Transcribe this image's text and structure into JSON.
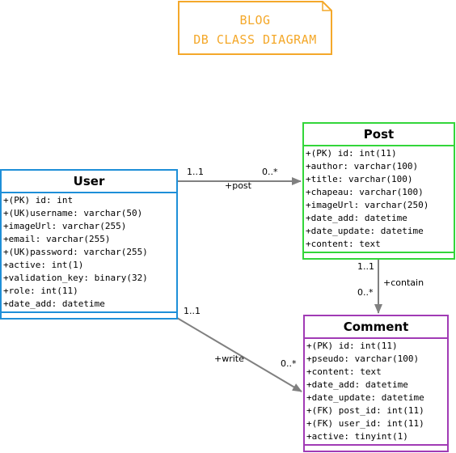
{
  "note": {
    "line1": "BLOG",
    "line2": "DB CLASS DIAGRAM",
    "color": "#f4a82a"
  },
  "classes": {
    "user": {
      "name": "User",
      "color": "#1e8fd8",
      "attributes": [
        "+(PK) id: int",
        "+(UK)username: varchar(50)",
        "+imageUrl: varchar(255)",
        "+email: varchar(255)",
        "+(UK)password: varchar(255)",
        "+active: int(1)",
        "+validation_key: binary(32)",
        "+role: int(11)",
        "+date_add: datetime"
      ]
    },
    "post": {
      "name": "Post",
      "color": "#33d63a",
      "attributes": [
        "+(PK) id: int(11)",
        "+author: varchar(100)",
        "+title: varchar(100)",
        "+chapeau: varchar(100)",
        "+imageUrl: varchar(250)",
        "+date_add: datetime",
        "+date_update: datetime",
        "+content: text"
      ]
    },
    "comment": {
      "name": "Comment",
      "color": "#a13bb5",
      "attributes": [
        "+(PK) id: int(11)",
        "+pseudo: varchar(100)",
        "+content: text",
        "+date_add: datetime",
        "+date_update: datetime",
        "+(FK) post_id: int(11)",
        "+(FK) user_id: int(11)",
        "+active: tinyint(1)"
      ]
    }
  },
  "associations": {
    "post": {
      "role": "+post",
      "from_mult": "1..1",
      "to_mult": "0..*"
    },
    "contain": {
      "role": "+contain",
      "from_mult": "1..1",
      "to_mult": "0..*"
    },
    "write": {
      "role": "+write",
      "from_mult": "1..1",
      "to_mult": "0..*"
    }
  },
  "colors": {
    "connector": "#808080"
  }
}
